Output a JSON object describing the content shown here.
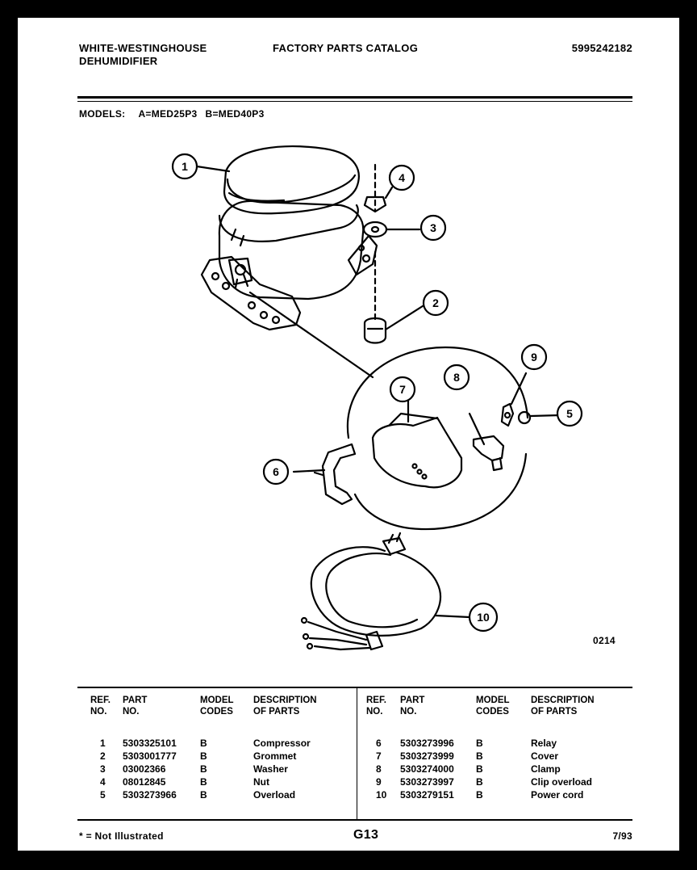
{
  "header": {
    "brand_line1": "WHITE-WESTINGHOUSE",
    "brand_line2": "DEHUMIDIFIER",
    "catalog": "FACTORY PARTS CATALOG",
    "catalog_number": "5995242182"
  },
  "models": {
    "label": "MODELS:",
    "a": "A=MED25P3",
    "b": "B=MED40P3"
  },
  "diagram": {
    "code": "0214",
    "callouts": [
      "1",
      "2",
      "3",
      "4",
      "5",
      "6",
      "7",
      "8",
      "9",
      "10"
    ]
  },
  "table": {
    "headers": {
      "ref": [
        "REF.",
        "NO."
      ],
      "part": [
        "PART",
        "NO."
      ],
      "model": [
        "MODEL",
        "CODES"
      ],
      "desc": [
        "DESCRIPTION",
        "OF PARTS"
      ]
    },
    "left_rows": [
      {
        "ref": "1",
        "part": "5303325101",
        "model": "B",
        "desc": "Compressor"
      },
      {
        "ref": "2",
        "part": "5303001777",
        "model": "B",
        "desc": "Grommet"
      },
      {
        "ref": "3",
        "part": "03002366",
        "model": "B",
        "desc": "Washer"
      },
      {
        "ref": "4",
        "part": "08012845",
        "model": "B",
        "desc": "Nut"
      },
      {
        "ref": "5",
        "part": "5303273966",
        "model": "B",
        "desc": "Overload"
      }
    ],
    "right_rows": [
      {
        "ref": "6",
        "part": "5303273996",
        "model": "B",
        "desc": "Relay"
      },
      {
        "ref": "7",
        "part": "5303273999",
        "model": "B",
        "desc": "Cover"
      },
      {
        "ref": "8",
        "part": "5303274000",
        "model": "B",
        "desc": "Clamp"
      },
      {
        "ref": "9",
        "part": "5303273997",
        "model": "B",
        "desc": "Clip overload"
      },
      {
        "ref": "10",
        "part": "5303279151",
        "model": "B",
        "desc": "Power cord"
      }
    ]
  },
  "footer": {
    "note": "* = Not Illustrated",
    "page": "G13",
    "date": "7/93"
  }
}
